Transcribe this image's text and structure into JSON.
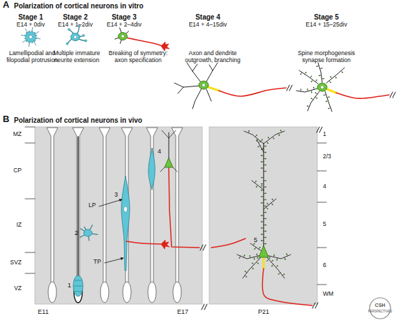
{
  "diagram": {
    "labels": [
      "A",
      "Polarization of cortical neurons in vitro",
      "Stage 1",
      "E14 + 0div",
      "Stage 2",
      "E14 + 1–2div",
      "Stage 3",
      "E14 + 2–4div",
      "Stage 4",
      "E14 + 4–15div",
      "Stage 5",
      "E14 + 15–25div",
      "Lamellipodial and filopodial protrusion",
      "Multiple immature neurite extension",
      "Breaking of symmetry: axon specification",
      "Axon and dendrite outgrowth, branching",
      "Spine morphogenesis synapse formation",
      "B",
      "Polarization of cortical neurons in vivo",
      "MZ",
      "CP",
      "IZ",
      "SVZ",
      "VZ",
      "4",
      "3",
      "LP",
      "2",
      "TP",
      "1",
      "E11",
      "E17",
      "1",
      "2/3",
      "4",
      "5",
      "6",
      "WM",
      "5",
      "P21",
      "CSH",
      "PERSPECTIVES"
    ]
  }
}
